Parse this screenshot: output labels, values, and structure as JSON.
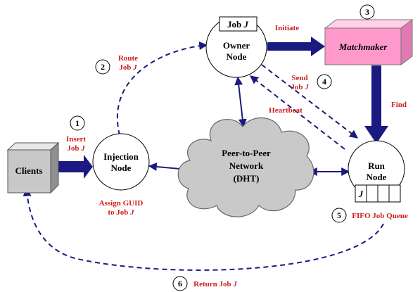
{
  "colors": {
    "arrow": "#1a1a80",
    "label_red": "#cc1f1f",
    "matchmaker_fill": "#ff99cc",
    "clients_fill": "#c8c8c8",
    "cloud_fill": "#c9c9c9"
  },
  "nodes": {
    "clients": "Clients",
    "injection_line1": "Injection",
    "injection_line2": "Node",
    "owner_line1": "Owner",
    "owner_line2": "Node",
    "owner_job_tag_prefix": "Job ",
    "owner_job_tag_var": "J",
    "run_line1": "Run",
    "run_line2": "Node",
    "matchmaker": "Matchmaker",
    "p2p_line1": "Peer-to-Peer",
    "p2p_line2": "Network",
    "p2p_line3": "(DHT)",
    "queue_cell_var": "J"
  },
  "steps": {
    "s1": "1",
    "s2": "2",
    "s3": "3",
    "s4": "4",
    "s5": "5",
    "s6": "6"
  },
  "labels": {
    "insert_line1": "Insert",
    "insert_line2_prefix": "Job ",
    "insert_line2_var": "J",
    "route_line1": "Route",
    "route_line2_prefix": "Job ",
    "route_line2_var": "J",
    "initiate": "Initiate",
    "send_line1": "Send",
    "send_line2_prefix": "Job ",
    "send_line2_var": "J",
    "heartbeat": "Heartbeat",
    "find": "Find",
    "assign_line1": "Assign GUID",
    "assign_line2_prefix": "to Job ",
    "assign_line2_var": "J",
    "fifo": "FIFO Job Queue",
    "return_prefix": "Return Job ",
    "return_var": "J"
  }
}
